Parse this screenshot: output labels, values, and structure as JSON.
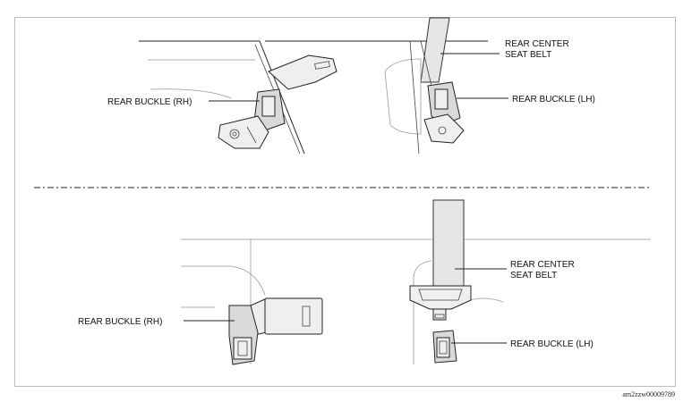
{
  "labels": {
    "top_rear_buckle_rh": "REAR BUCKLE (RH)",
    "top_rear_buckle_lh": "REAR BUCKLE (LH)",
    "top_center_belt_line1": "REAR CENTER",
    "top_center_belt_line2": "SEAT BELT",
    "bottom_rear_buckle_rh": "REAR BUCKLE (RH)",
    "bottom_rear_buckle_lh": "REAR BUCKLE (LH)",
    "bottom_center_belt_line1": "REAR CENTER",
    "bottom_center_belt_line2": "SEAT BELT"
  },
  "figure_code": "am2zzw00009789"
}
